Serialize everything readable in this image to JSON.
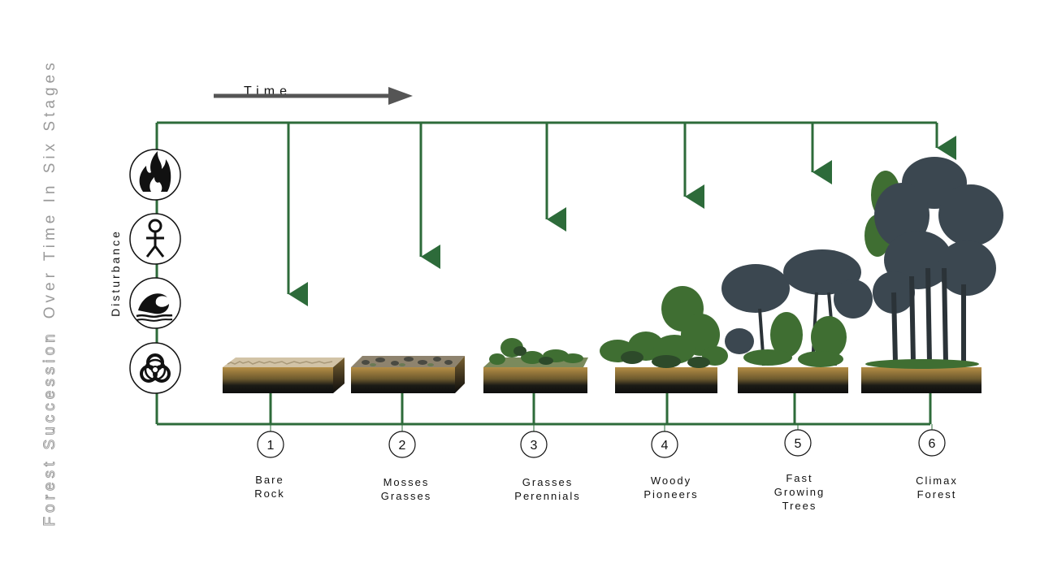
{
  "title": {
    "part1": "Forest Succession",
    "part2": "Over Time In Six Stages"
  },
  "time_label": "Time",
  "disturbance_label": "Disturbance",
  "disturbances": [
    {
      "icon": "fire-icon"
    },
    {
      "icon": "person-icon"
    },
    {
      "icon": "wave-icon"
    },
    {
      "icon": "biohazard-icon"
    }
  ],
  "stages": [
    {
      "number": "1",
      "label": "Bare\nRock"
    },
    {
      "number": "2",
      "label": "Mosses\nGrasses"
    },
    {
      "number": "3",
      "label": "Grasses\nPerennials"
    },
    {
      "number": "4",
      "label": "Woody\nPioneers"
    },
    {
      "number": "5",
      "label": "Fast\nGrowing\nTrees"
    },
    {
      "number": "6",
      "label": "Climax\nForest"
    }
  ],
  "colors": {
    "flow_line": "#2d6b3a",
    "arrow_grey": "#555555",
    "soil_top": "#9b7a3c",
    "soil_dark": "#151515",
    "foliage": "#3b4750",
    "foliage_green": "#3f6e32"
  }
}
